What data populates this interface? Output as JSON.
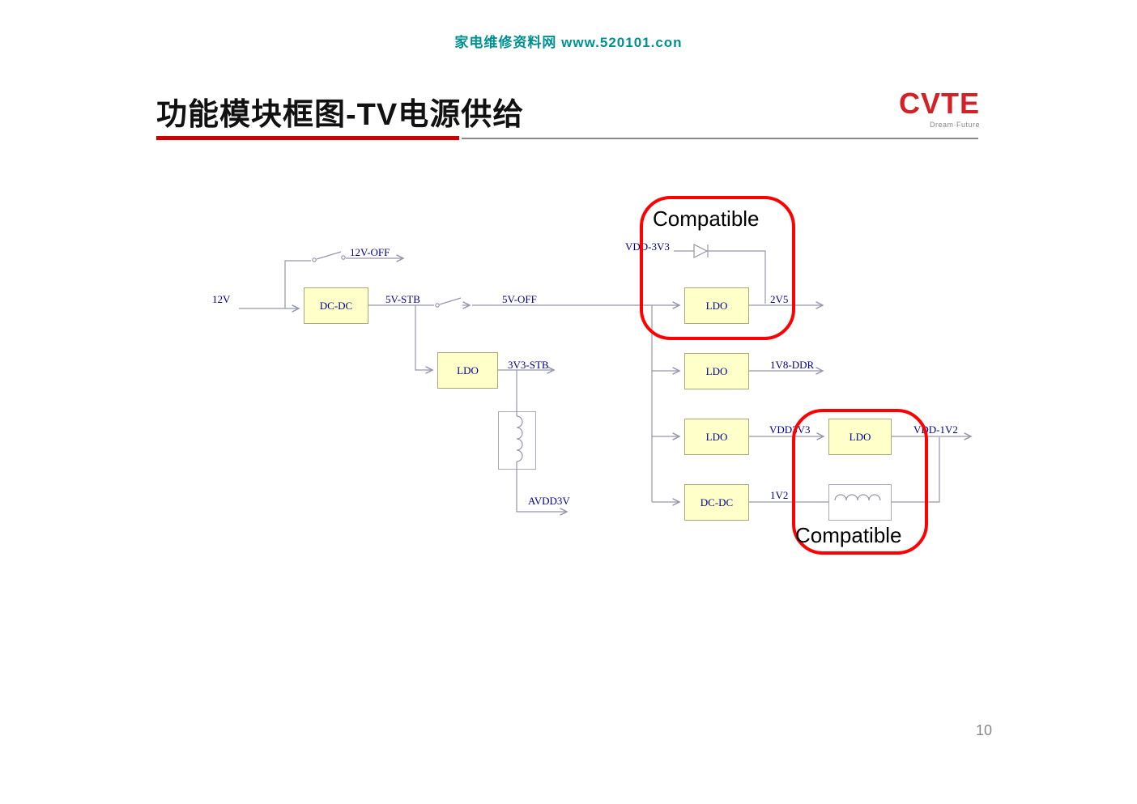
{
  "header": {
    "site_text": "家电维修资料网    www.520101.con"
  },
  "slide": {
    "title": "功能模块框图-TV电源供给",
    "page_number": "10"
  },
  "logo": {
    "name": "CVTE",
    "tagline": "Dream·Future"
  },
  "diagram": {
    "blocks": {
      "dcdc_main": "DC-DC",
      "ldo_stb": "LDO",
      "ldo_2v5": "LDO",
      "ldo_1v8": "LDO",
      "ldo_3v3": "LDO",
      "dcdc_1v2": "DC-DC",
      "ldo_1v2": "LDO"
    },
    "labels": {
      "input_12v": "12V",
      "off_12v": "12V-OFF",
      "stb_5v": "5V-STB",
      "off_5v": "5V-OFF",
      "stb_3v3": "3V3-STB",
      "avdd3v": "AVDD3V",
      "vdd_3v3": "VDD-3V3",
      "out_2v5": "2V5",
      "out_1v8_ddr": "1V8-DDR",
      "vdd3v3_mid": "VDD3V3",
      "vdd_1v2": "VDD-1V2",
      "out_1v2": "1V2"
    },
    "annotations": {
      "compatible_top": "Compatible",
      "compatible_bottom": "Compatible"
    },
    "colors": {
      "block_fill": "#ffffc9",
      "block_border": "#a8a878",
      "wire": "#9696ac",
      "label_text": "#00008b",
      "highlight": "#ff0000"
    }
  }
}
